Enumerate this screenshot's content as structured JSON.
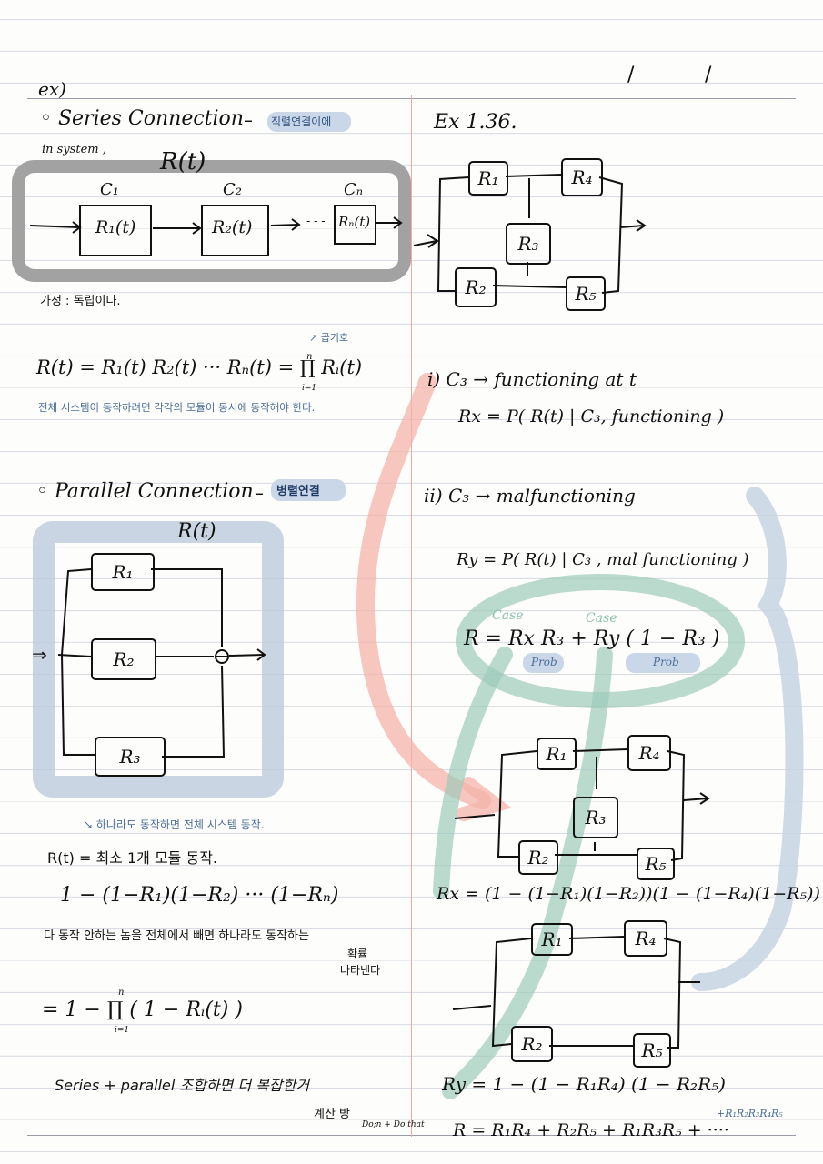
{
  "header": {
    "ex_label": "ex)",
    "slash_marks": [
      "/",
      "/"
    ]
  },
  "left": {
    "series": {
      "title": "◦ Series  Connection",
      "dash": "–",
      "korean_note": "직렬연결이에",
      "in_system": "in system ,",
      "rt": "R(t)",
      "c_labels": [
        "C₁",
        "C₂",
        "Cₙ"
      ],
      "blocks": [
        "R₁(t)",
        "R₂(t)",
        "Rₙ(t)"
      ],
      "dots": "- - -",
      "assumption": "가정 : 독립이다.",
      "prod_note": "↗ 곱기호",
      "formula": "R(t) = R₁(t) R₂(t) ···  Rₙ(t) = ∏ Rᵢ(t)",
      "prod_top": "n",
      "prod_bottom": "i=1",
      "blue_note": "전체 시스템이 동작하려면 각각의 모듈이 동시에 동작해야 한다."
    },
    "parallel": {
      "title": "◦ Parallel  Connection",
      "dash": "–",
      "korean_note": "병렬연결",
      "rt": "R(t)",
      "input": "⇒",
      "blocks": [
        "R₁",
        "R₂",
        "R₃"
      ],
      "blue_note": "↘ 하나라도 동작하면 전체 시스템 동작.",
      "line1": "R(t) = 최소 1개 모듈 동작.",
      "line2": "1 − (1−R₁)(1−R₂) ···  (1−Rₙ)",
      "line3": "다 동작 안하는 놈을 전체에서 빼면 하나라도 동작하는",
      "line3b": "확률",
      "line3c": "나타낸다",
      "line4": "= 1 −  ∏ ( 1 − Rᵢ(t) )",
      "prod_top": "n",
      "prod_bottom": "i=1",
      "line5": "Series + parallel  조합하면  더 복잡한거",
      "line6": "계산 방",
      "line6b": "Do;n + Do that"
    }
  },
  "right": {
    "example": "Ex  1.36.",
    "diagram_labels": [
      "R₁",
      "R₄",
      "R₃",
      "R₂",
      "R₅"
    ],
    "case_i": "i)  C₃ → functioning  at  t",
    "rx_def": "Rx =  P( R(t) | C₃, functioning )",
    "case_ii": "ii)  C₃ → malfunctioning",
    "ry_def": "Ry =  P( R(t) | C₃ ,  mal functioning )",
    "case_label": "Case",
    "total": "R = Rx R₃ +  Ry ( 1 − R₃ )",
    "prob_label": "Prob",
    "rx_formula": "Rx = (1 − (1−R₁)(1−R₂))(1 − (1−R₄)(1−R₅))",
    "ry_formula": "Ry = 1 − (1 − R₁R₄) (1 − R₂R₅)",
    "final": "R = R₁R₄ + R₂R₅ + R₁R₃R₅ + ····",
    "final_extra": "+R₁R₂R₃R₄R₅"
  },
  "colors": {
    "gray_box": "#9e9e9e",
    "blue_box": "#b8c9dc",
    "blue_text": "#4c6e99",
    "green": "#8bbfb0",
    "red": "#f2a79c",
    "margin_line": "#f0a9a3"
  }
}
